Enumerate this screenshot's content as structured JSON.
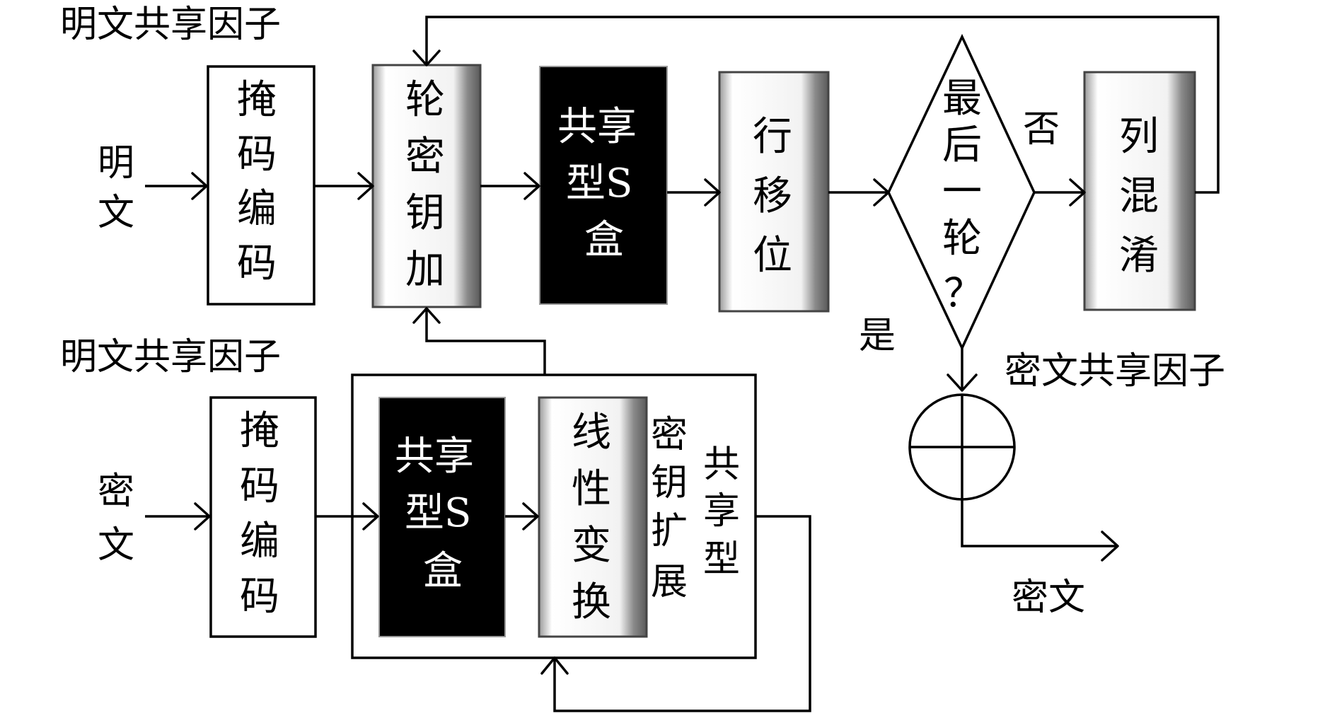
{
  "diagram": {
    "labels": {
      "plaintext_share_factor_top": "明文共享因子",
      "plaintext_share_factor_bottom": "明文共享因子",
      "ciphertext_share_factor": "密文共享因子",
      "plaintext_input": [
        "明",
        "文"
      ],
      "ciphertext_input": [
        "密",
        "文"
      ],
      "ciphertext_output": "密文",
      "no_branch": "否",
      "yes_branch": "是"
    },
    "top_row": {
      "mask_encode": [
        "掩",
        "码",
        "编",
        "码"
      ],
      "round_key_add": [
        "轮",
        "密",
        "钥",
        "加"
      ],
      "shared_sbox": [
        "共享",
        "型S",
        "盒"
      ],
      "shift_rows": [
        "行",
        "移",
        "位"
      ],
      "last_round": [
        "最",
        "后",
        "一",
        "轮",
        "？"
      ],
      "mix_columns": [
        "列",
        "混",
        "淆"
      ]
    },
    "bottom_row": {
      "mask_encode": [
        "掩",
        "码",
        "编",
        "码"
      ],
      "shared_sbox": [
        "共享",
        "型S",
        "盒"
      ],
      "linear_transform": [
        "线",
        "性",
        "变",
        "换"
      ],
      "key_expansion": [
        "密",
        "钥",
        "扩",
        "展"
      ],
      "shared_type": [
        "共",
        "享",
        "型"
      ]
    }
  }
}
